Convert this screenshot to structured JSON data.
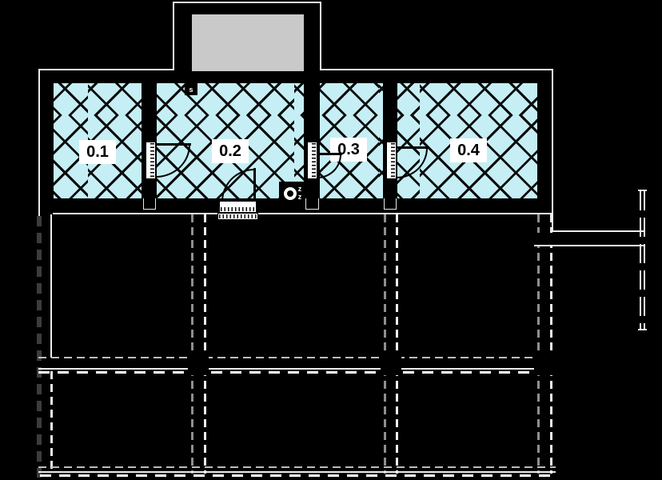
{
  "rooms": [
    {
      "label": "0.1"
    },
    {
      "label": "0.2"
    },
    {
      "label": "0.3"
    },
    {
      "label": "0.4"
    }
  ],
  "symbols": {
    "shaft_marker": "s",
    "vent_marker_1": "z",
    "vent_marker_2": "z"
  },
  "colors": {
    "room_fill": "#C5EFF5",
    "stairwell_fill": "#C9C9C9",
    "background": "#000000",
    "outline": "#FFFFFF"
  }
}
